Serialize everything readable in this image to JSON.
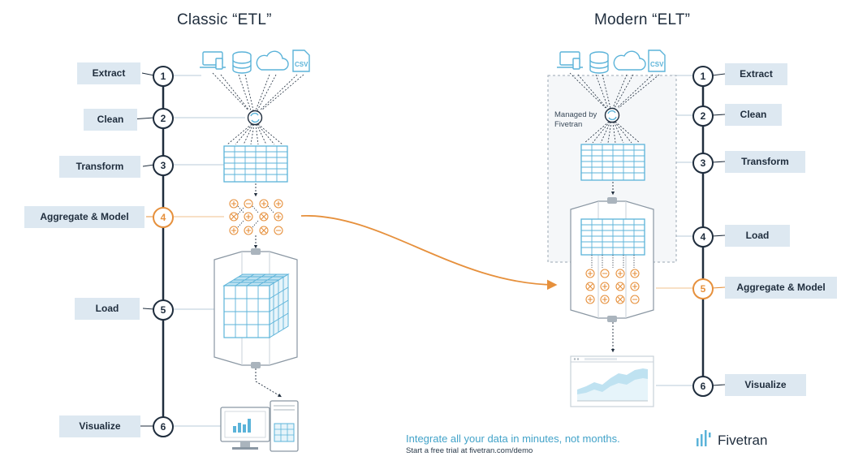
{
  "titles": {
    "left": "Classic “ETL”",
    "right": "Modern “ELT”"
  },
  "etl_steps": [
    {
      "num": "1",
      "label": "Extract",
      "highlight": false
    },
    {
      "num": "2",
      "label": "Clean",
      "highlight": false
    },
    {
      "num": "3",
      "label": "Transform",
      "highlight": false
    },
    {
      "num": "4",
      "label": "Aggregate & Model",
      "highlight": true
    },
    {
      "num": "5",
      "label": "Load",
      "highlight": false
    },
    {
      "num": "6",
      "label": "Visualize",
      "highlight": false
    }
  ],
  "elt_steps": [
    {
      "num": "1",
      "label": "Extract",
      "highlight": false
    },
    {
      "num": "2",
      "label": "Clean",
      "highlight": false
    },
    {
      "num": "3",
      "label": "Transform",
      "highlight": false
    },
    {
      "num": "4",
      "label": "Load",
      "highlight": false
    },
    {
      "num": "5",
      "label": "Aggregate & Model",
      "highlight": true
    },
    {
      "num": "6",
      "label": "Visualize",
      "highlight": false
    }
  ],
  "managed_note": {
    "line1": "Managed by",
    "line2": "Fivetran"
  },
  "source_icons": [
    "laptop-phone-icon",
    "database-icon",
    "cloud-icon",
    "csv-file-icon"
  ],
  "csv_text": "CSV",
  "promo": {
    "headline": "Integrate all your data in minutes, not months.",
    "subline": "Start a free trial at fivetran.com/demo"
  },
  "brand": {
    "name": "Fivetran",
    "logo_icon": "fivetran-bars-icon"
  },
  "colors": {
    "navy": "#1f2d3d",
    "accent_orange": "#e6903c",
    "icon_blue": "#5bb3d9",
    "label_bg": "#dde8f1",
    "promo_blue": "#43a3c9"
  }
}
